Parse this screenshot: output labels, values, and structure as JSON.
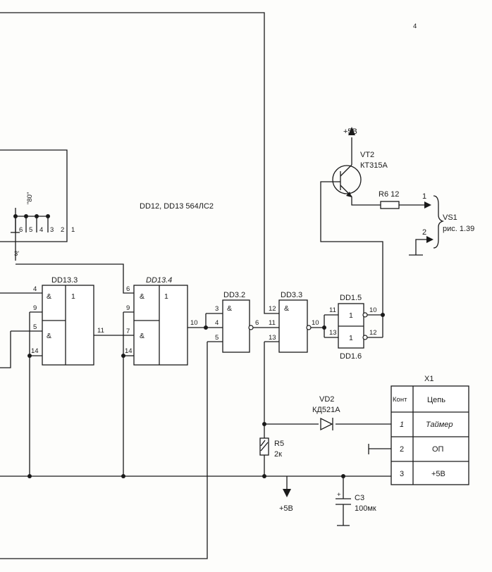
{
  "schematic": {
    "caption": "DD12, DD13 564ЛС2",
    "label_80": "\"80\"",
    "label_3": "3'",
    "header_pins": [
      "6",
      "5",
      "4",
      "3",
      "2",
      "1"
    ],
    "dd13_3": {
      "name": "DD13.3",
      "gate_top": "&",
      "out_top": "1",
      "gate_bot": "&",
      "pins": {
        "in1": "4",
        "in2": "9",
        "in3": "5",
        "in4": "14",
        "out": "11"
      }
    },
    "dd13_4": {
      "name": "DD13.4",
      "gate_top": "&",
      "out_top": "1",
      "gate_bot": "&",
      "pins": {
        "in1": "6",
        "in2": "9",
        "in3": "7",
        "in4": "14",
        "out": "10"
      }
    },
    "dd3_2": {
      "name": "DD3.2",
      "sym": "&",
      "pins": {
        "a": "3",
        "b": "4",
        "c": "5",
        "out": "6"
      }
    },
    "dd3_3": {
      "name": "DD3.3",
      "sym": "&",
      "pins": {
        "a": "12",
        "b": "11",
        "c": "13",
        "out": "10"
      }
    },
    "dd1_5": {
      "name": "DD1.5",
      "sym": "1",
      "pins": {
        "in": "11",
        "out": "10"
      }
    },
    "dd1_6": {
      "name": "DD1.6",
      "sym": "1",
      "pins": {
        "in": "13",
        "out": "12"
      }
    },
    "vt2": {
      "supply": "+5В",
      "name": "VT2",
      "model": "КТ315А"
    },
    "r6": {
      "label": "R6 12",
      "pin1": "1",
      "pin2": "2"
    },
    "vs1": {
      "name": "VS1",
      "ref": "рис. 1.39"
    },
    "vd2": {
      "name": "VD2",
      "model": "КД521А"
    },
    "r5": {
      "name": "R5",
      "value": "2к"
    },
    "c3": {
      "name": "C3",
      "value": "100мк"
    },
    "supply_bottom": "+5В",
    "x1": {
      "title": "X1",
      "headers": [
        "Конт",
        "Цепь"
      ],
      "rows": [
        {
          "num": "1",
          "net": "Таймер"
        },
        {
          "num": "2",
          "net": "ОП"
        },
        {
          "num": "3",
          "net": "+5В"
        }
      ]
    },
    "margin_mark": "4"
  }
}
